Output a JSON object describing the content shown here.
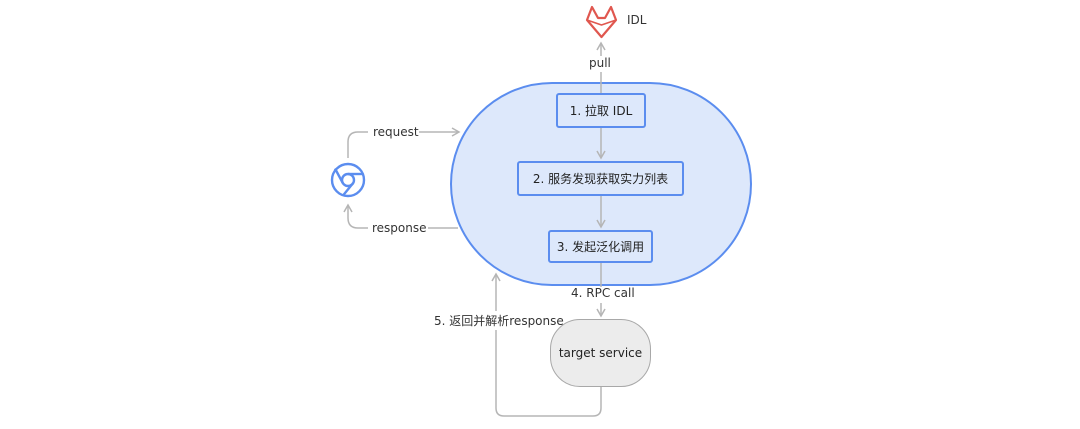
{
  "nodes": {
    "idl": "IDL",
    "step1": "1. 拉取 IDL",
    "step2": "2. 服务发现获取实力列表",
    "step3": "3. 发起泛化调用",
    "target": "target service"
  },
  "edges": {
    "pull": "pull",
    "request": "request",
    "response": "response",
    "rpc_call": "4. RPC call",
    "return": "5. 返回并解析response"
  },
  "icons": {
    "repo": "gitlab-icon",
    "client": "chrome-icon"
  },
  "colors": {
    "primary_stroke": "#5b8def",
    "primary_fill": "#dde8fb",
    "arrow": "#b5b5b5",
    "gitlab": "#e0574f",
    "target_fill": "#ececec"
  }
}
